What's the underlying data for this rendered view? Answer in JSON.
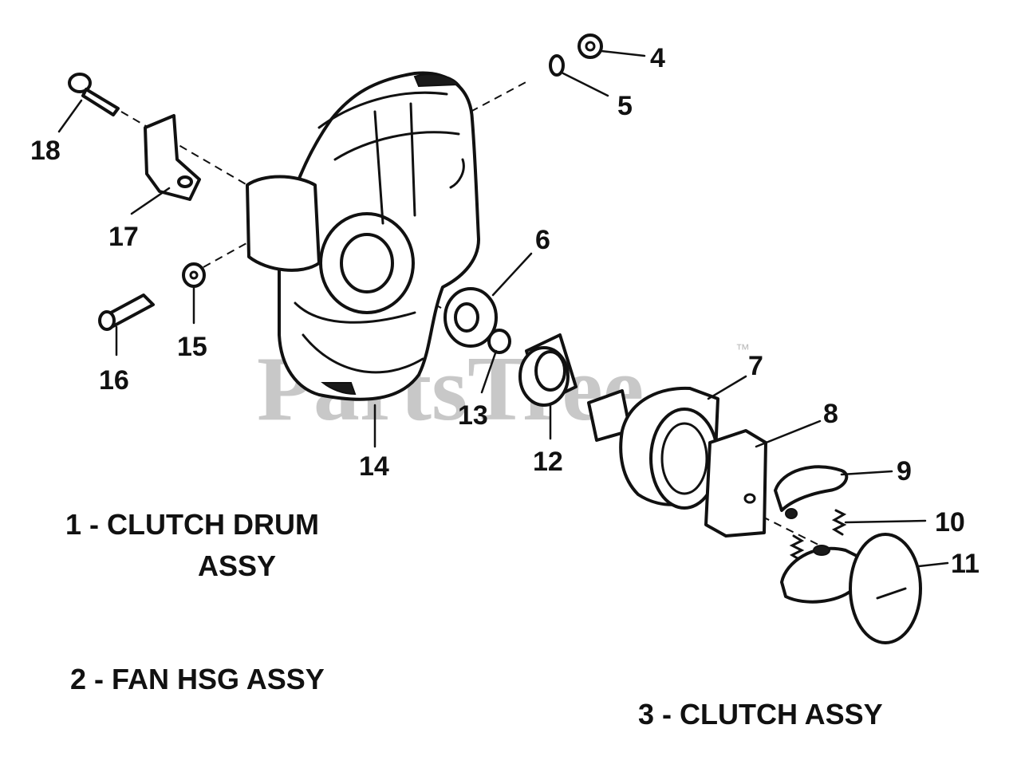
{
  "watermark": {
    "brand": "PartsTree",
    "trademark": "™"
  },
  "callouts": [
    "4",
    "5",
    "6",
    "7",
    "8",
    "9",
    "10",
    "11",
    "12",
    "13",
    "14",
    "15",
    "16",
    "17",
    "18"
  ],
  "legend": {
    "item1_line1": "1 - CLUTCH DRUM",
    "item1_line2": "ASSY",
    "item2": "2 - FAN HSG ASSY",
    "item3": "3 - CLUTCH ASSY"
  },
  "colors": {
    "ink": "#111111",
    "watermark": "#c8c8c8",
    "background": "#ffffff"
  }
}
